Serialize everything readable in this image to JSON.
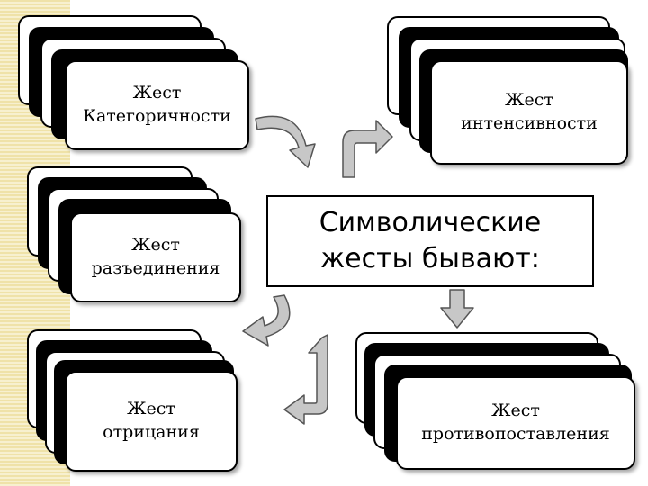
{
  "center": {
    "line1": "Символические",
    "line2": "жесты бывают:"
  },
  "cards": [
    {
      "line1": "Жест",
      "line2": "Категоричности"
    },
    {
      "line1": "Жест",
      "line2": "интенсивности"
    },
    {
      "line1": "Жест",
      "line2": "разъединения"
    },
    {
      "line1": "Жест",
      "line2": "отрицания"
    },
    {
      "line1": "Жест",
      "line2": "противопоставления"
    }
  ],
  "colors": {
    "arrow_fill": "#c7c7c7",
    "arrow_stroke": "#555555",
    "stripe": "#efe2a8"
  }
}
